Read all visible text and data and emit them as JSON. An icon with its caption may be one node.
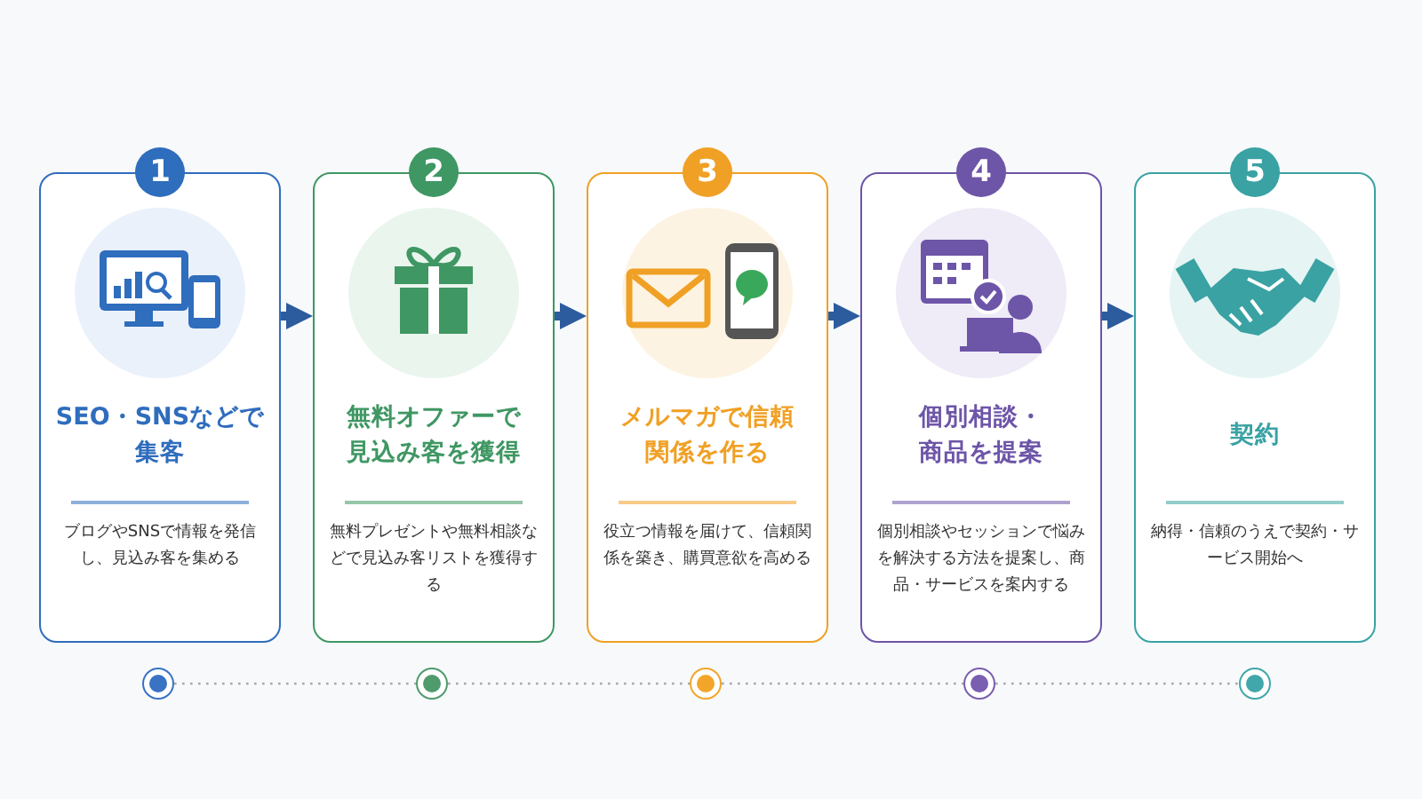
{
  "diagram": {
    "nodes": [
      {
        "text": [
          "1",
          "SEO・SNSなどで集客",
          "ブログやSNSで情報を発信し、見込み客を集める"
        ]
      },
      {
        "text": [
          "2",
          "無料オファーで見込み客を獲得",
          "無料プレゼントや無料相談などで見込み客リストを獲得する"
        ]
      },
      {
        "text": [
          "3",
          "メルマガで信頼関係を作る",
          "役立つ情報を届けて、信頼関係を築き、購買意欲を高める"
        ]
      },
      {
        "text": [
          "4",
          "個別相談・商品を提案",
          "個別相談やセッションで悩みを解決する方法を提案し、商品・サービスを案内する"
        ]
      },
      {
        "text": [
          "5",
          "契約",
          "納得・信頼のうえで契約・サービス開始へ"
        ]
      },
      {
        "text": [],
        "shape": "circle"
      },
      {
        "text": [],
        "shape": "circle"
      },
      {
        "text": [],
        "shape": "circle"
      },
      {
        "text": [],
        "shape": "circle"
      },
      {
        "text": [],
        "shape": "circle"
      }
    ],
    "edges": [
      {
        "from": 0,
        "to": 1,
        "arrow": "to",
        "style": "thick"
      },
      {
        "from": 1,
        "to": 2,
        "arrow": "to",
        "style": "thick"
      },
      {
        "from": 2,
        "to": 3,
        "arrow": "to",
        "style": "thick"
      },
      {
        "from": 3,
        "to": 4,
        "arrow": "to",
        "style": "thick"
      },
      {
        "from": 5,
        "to": 6,
        "arrow": "none",
        "style": "dashed",
        "color": "#a3a8b0"
      },
      {
        "from": 6,
        "to": 7,
        "arrow": "none",
        "style": "dashed",
        "color": "#a3a8b0"
      },
      {
        "from": 7,
        "to": 8,
        "arrow": "none",
        "style": "dashed",
        "color": "#a3a8b0"
      },
      {
        "from": 8,
        "to": 9,
        "arrow": "none",
        "style": "dashed",
        "color": "#a3a8b0"
      }
    ]
  }
}
